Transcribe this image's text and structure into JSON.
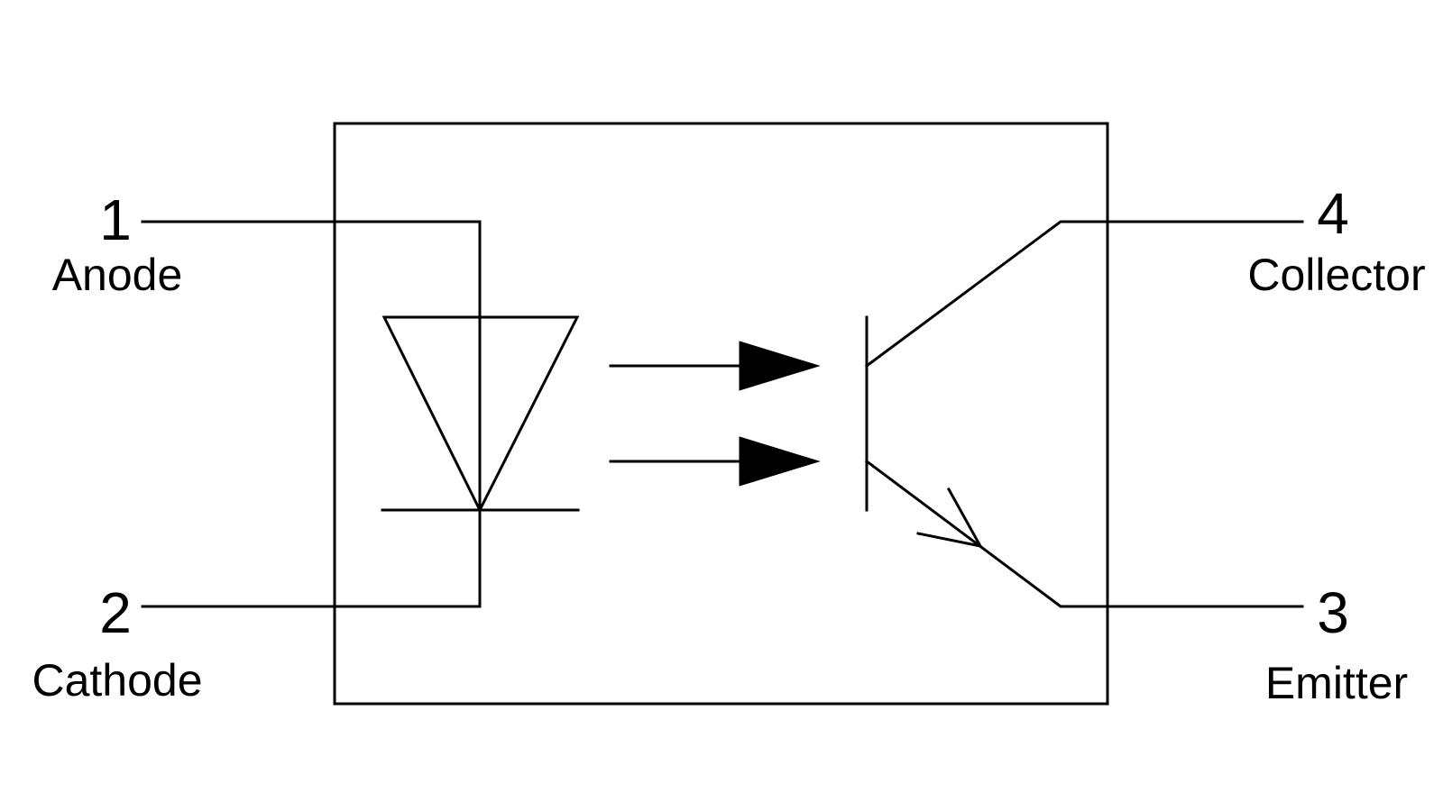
{
  "pins": {
    "pin1": {
      "number": "1",
      "name": "Anode"
    },
    "pin2": {
      "number": "2",
      "name": "Cathode"
    },
    "pin3": {
      "number": "3",
      "name": "Emitter"
    },
    "pin4": {
      "number": "4",
      "name": "Collector"
    }
  },
  "colors": {
    "line": "#000000",
    "background": "#ffffff"
  }
}
